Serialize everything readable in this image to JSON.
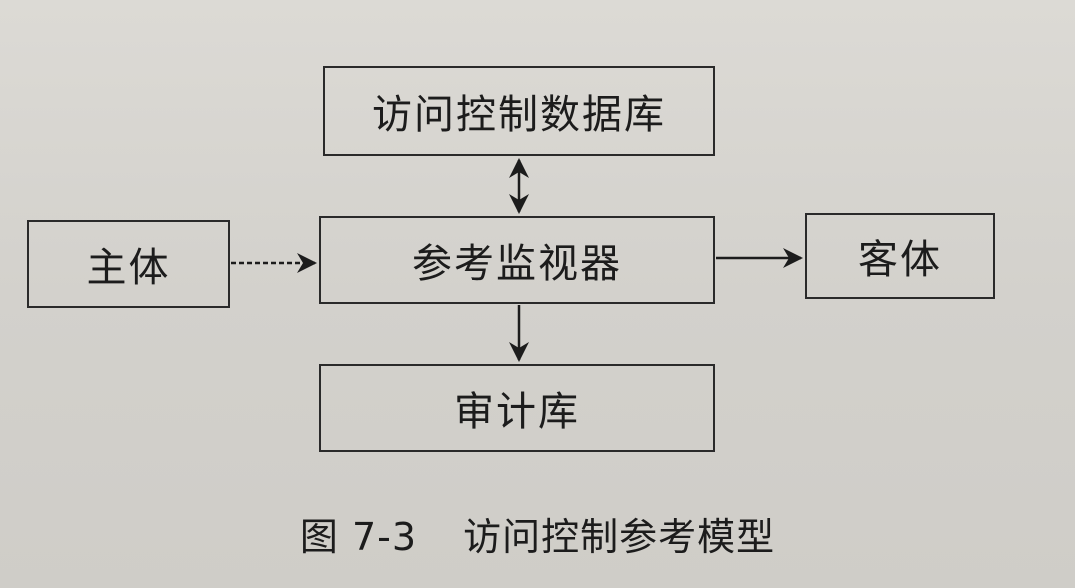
{
  "diagram": {
    "nodes": {
      "access_control_db": "访问控制数据库",
      "reference_monitor": "参考监视器",
      "subject": "主体",
      "object": "客体",
      "audit_db": "审计库"
    },
    "edges": [
      {
        "from": "access_control_db",
        "to": "reference_monitor",
        "style": "bidirectional"
      },
      {
        "from": "subject",
        "to": "reference_monitor",
        "style": "dashed"
      },
      {
        "from": "reference_monitor",
        "to": "object",
        "style": "solid"
      },
      {
        "from": "reference_monitor",
        "to": "audit_db",
        "style": "solid"
      }
    ]
  },
  "caption": {
    "number": "图 7-3",
    "title": "访问控制参考模型"
  },
  "colors": {
    "ink": "#1c1c1c",
    "paper": "#d6d4cf"
  }
}
